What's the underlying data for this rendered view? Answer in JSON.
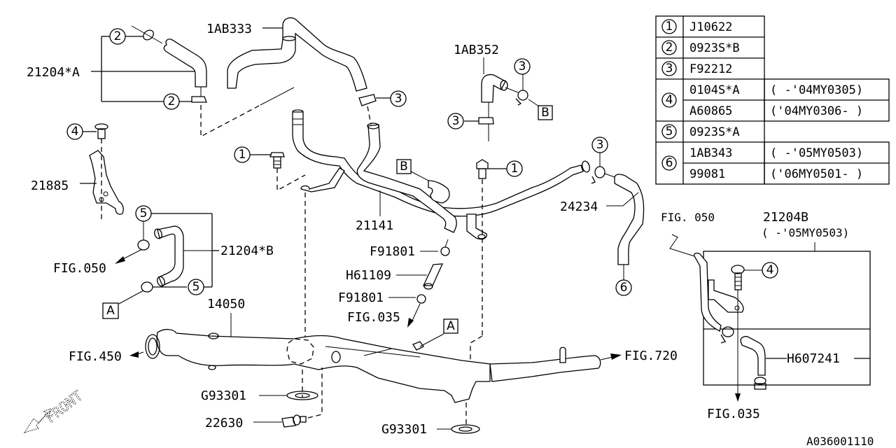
{
  "diagram": {
    "title_code": "A036001110",
    "legend_table": {
      "rows": [
        {
          "ref": "1",
          "entries": [
            {
              "part": "J10622",
              "note": ""
            }
          ]
        },
        {
          "ref": "2",
          "entries": [
            {
              "part": "0923S*B",
              "note": ""
            }
          ]
        },
        {
          "ref": "3",
          "entries": [
            {
              "part": "F92212",
              "note": ""
            }
          ]
        },
        {
          "ref": "4",
          "entries": [
            {
              "part": "0104S*A",
              "note": "( -'04MY0305)"
            },
            {
              "part": "A60865",
              "note": "('04MY0306- )"
            }
          ]
        },
        {
          "ref": "5",
          "entries": [
            {
              "part": "0923S*A",
              "note": ""
            }
          ]
        },
        {
          "ref": "6",
          "entries": [
            {
              "part": "1AB343",
              "note": "( -'05MY0503)"
            },
            {
              "part": "99081",
              "note": "('06MY0501- )"
            }
          ]
        }
      ]
    },
    "labels": {
      "p21204A": "21204*A",
      "p1AB333": "1AB333",
      "p1AB352": "1AB352",
      "p21885": "21885",
      "p21204B_star": "21204*B",
      "fig050_left": "FIG.050",
      "p21141": "21141",
      "p24234": "24234",
      "pF91801_top": "F91801",
      "pH61109": "H61109",
      "pF91801_bottom": "F91801",
      "fig035_mid": "FIG.035",
      "p14050": "14050",
      "fig450": "FIG.450",
      "fig720": "FIG.720",
      "pG93301_left": "G93301",
      "p22630": "22630",
      "pG93301_bottom": "G93301",
      "fig050_right": "FIG. 050",
      "p21204B": "21204B",
      "p21204B_note": "( -'05MY0503)",
      "pH607241": "H607241",
      "fig035_right": "FIG.035",
      "front": "FRONT"
    },
    "callouts": {
      "c2a": "2",
      "c2b": "2",
      "c3a": "3",
      "c3b": "3",
      "c3c": "3",
      "c3d": "3",
      "c4a": "4",
      "c4b": "4",
      "c1a": "1",
      "c1b": "1",
      "c5a": "5",
      "c5b": "5",
      "c6": "6"
    },
    "ref_boxes": {
      "bA1": "A",
      "bA2": "A",
      "bB1": "B",
      "bB2": "B"
    }
  }
}
